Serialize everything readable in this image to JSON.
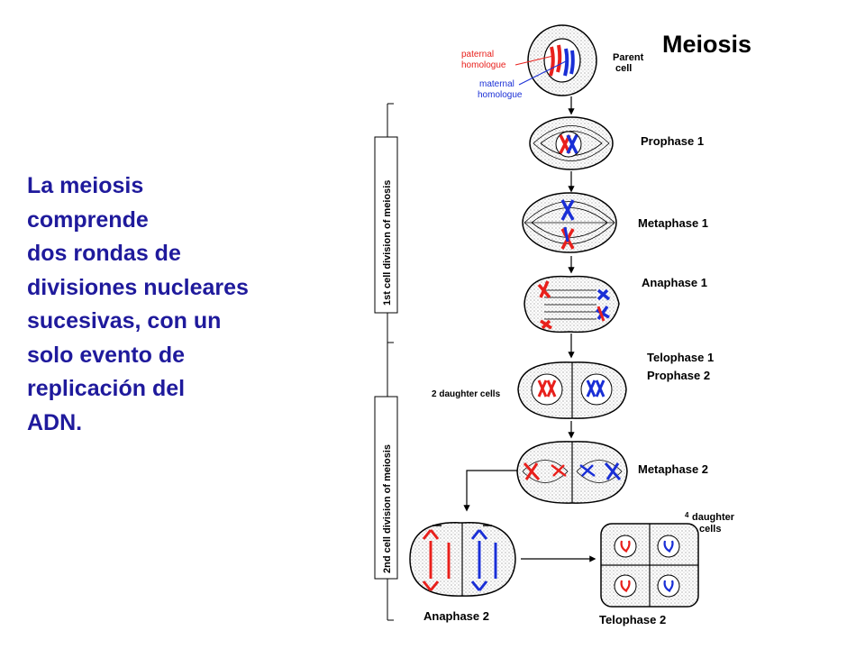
{
  "intro_lines": [
    "La meiosis",
    "comprende",
    "dos rondas de",
    "divisiones nucleares",
    "sucesivas, con un",
    "solo evento de",
    "replicación del",
    "ADN."
  ],
  "diagram": {
    "title": "Meiosis",
    "parent_cell_line1": "Parent",
    "parent_cell_line2": "cell",
    "paternal_line1": "paternal",
    "paternal_line2": "homologue",
    "maternal_line1": "maternal",
    "maternal_line2": "homologue",
    "prophase1": "Prophase 1",
    "metaphase1": "Metaphase 1",
    "anaphase1": "Anaphase 1",
    "telophase1": "Telophase 1",
    "prophase2": "Prophase 2",
    "two_daughter_cells": "2 daughter cells",
    "metaphase2": "Metaphase 2",
    "four_daughter_cells_line1": "daughter",
    "four_daughter_cells_num": "4",
    "four_daughter_cells_line2": "cells",
    "anaphase2": "Anaphase 2",
    "telophase2": "Telophase 2",
    "first_division": "1st cell division of meiosis",
    "second_division": "2nd cell division of meiosis"
  },
  "colors": {
    "text_blue": "#1f1a9c",
    "paternal_red": "#e8201c",
    "maternal_blue": "#1a2fd6"
  }
}
